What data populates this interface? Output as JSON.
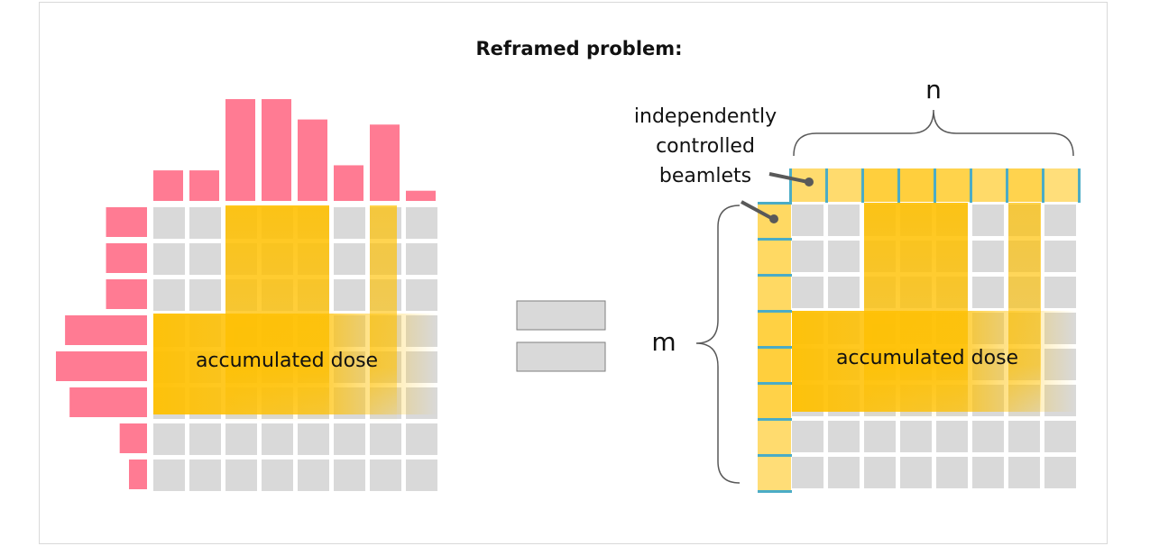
{
  "title": "Reframed problem:",
  "left_label": "accumulated dose",
  "right_label": "accumulated dose",
  "callout_lines": [
    "independently",
    "controlled",
    "beamlets"
  ],
  "dim_n": "n",
  "dim_m": "m",
  "colors": {
    "pink": "#ff7b93",
    "gold": "#ffc000",
    "grey_cell": "#d9d9d9",
    "light_gold": "#ffe699",
    "teal": "#4bacc6",
    "equals": "#d9d9d9",
    "brace": "#595959"
  },
  "left_column_intensity": [
    0.3,
    0.3,
    1.0,
    1.0,
    0.8,
    0.35,
    0.75,
    0.1
  ],
  "left_row_intensity": [
    0.45,
    0.45,
    0.45,
    0.9,
    1.0,
    0.85,
    0.3,
    0.15
  ]
}
